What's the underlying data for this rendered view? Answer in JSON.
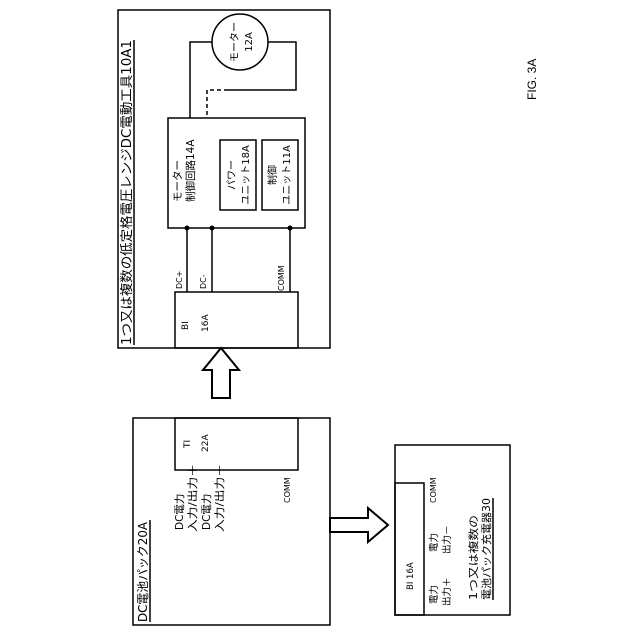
{
  "figure_label": "FIG. 3A",
  "tool": {
    "label": "1つ又は複数の低定格電圧レンジDC電動工具10A1",
    "motor": {
      "line1": "モーター",
      "line2": "12A"
    },
    "motor_control": {
      "line1": "モーター",
      "line2": "制御回路14A"
    },
    "power_unit": {
      "line1": "パワー",
      "line2": "ユニット18A"
    },
    "control_unit": {
      "line1": "制御",
      "line2": "ユニット11A"
    },
    "wires": {
      "dc_plus": "DC+",
      "dc_minus": "DC-",
      "comm": "COMM"
    },
    "interface": {
      "line1": "BI",
      "line2": "16A"
    }
  },
  "battery_pack": {
    "label": "DC電池パック20A",
    "interface": {
      "line1": "TI",
      "line2": "22A"
    },
    "terminal_plus": {
      "line1": "DC電力",
      "line2": "入力/出力＋"
    },
    "terminal_minus": {
      "line1": "DC電力",
      "line2": "入力/出力－"
    },
    "comm": "COMM"
  },
  "charger": {
    "label_line1": "1つ又は複数の",
    "label_line2": "電池パック充電器30",
    "interface": "BI 16A",
    "terminal_plus": {
      "line1": "電力",
      "line2": "出力＋"
    },
    "terminal_minus": {
      "line1": "電力",
      "line2": "出力－"
    },
    "comm": "COMM"
  }
}
